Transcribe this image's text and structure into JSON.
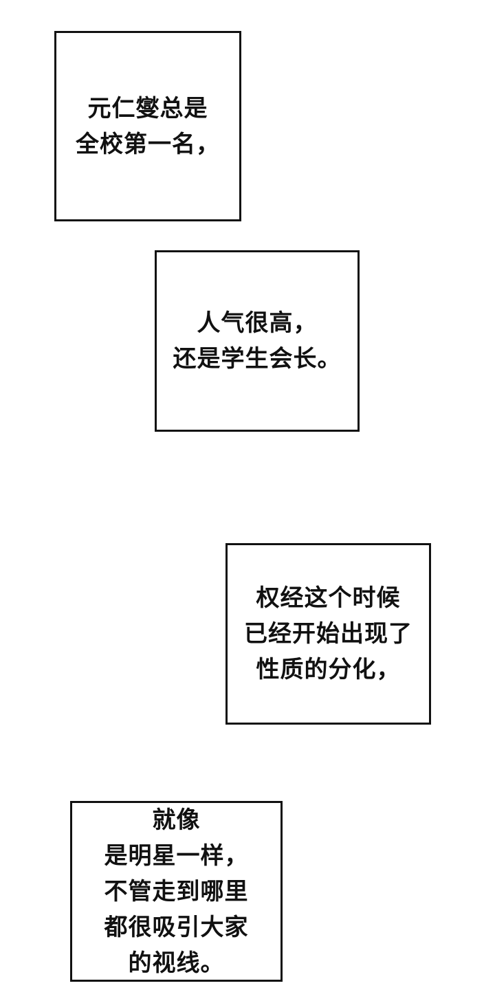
{
  "captions": [
    {
      "lines": [
        "元仁燮总是",
        "全校第一名，"
      ]
    },
    {
      "lines": [
        "人气很高，",
        "还是学生会长。"
      ]
    },
    {
      "lines": [
        "权经这个时候",
        "已经开始出现了",
        "性质的分化，"
      ]
    },
    {
      "lines": [
        "就像",
        "是明星一样，",
        "不管走到哪里",
        "都很吸引大家",
        "的视线。"
      ]
    }
  ]
}
